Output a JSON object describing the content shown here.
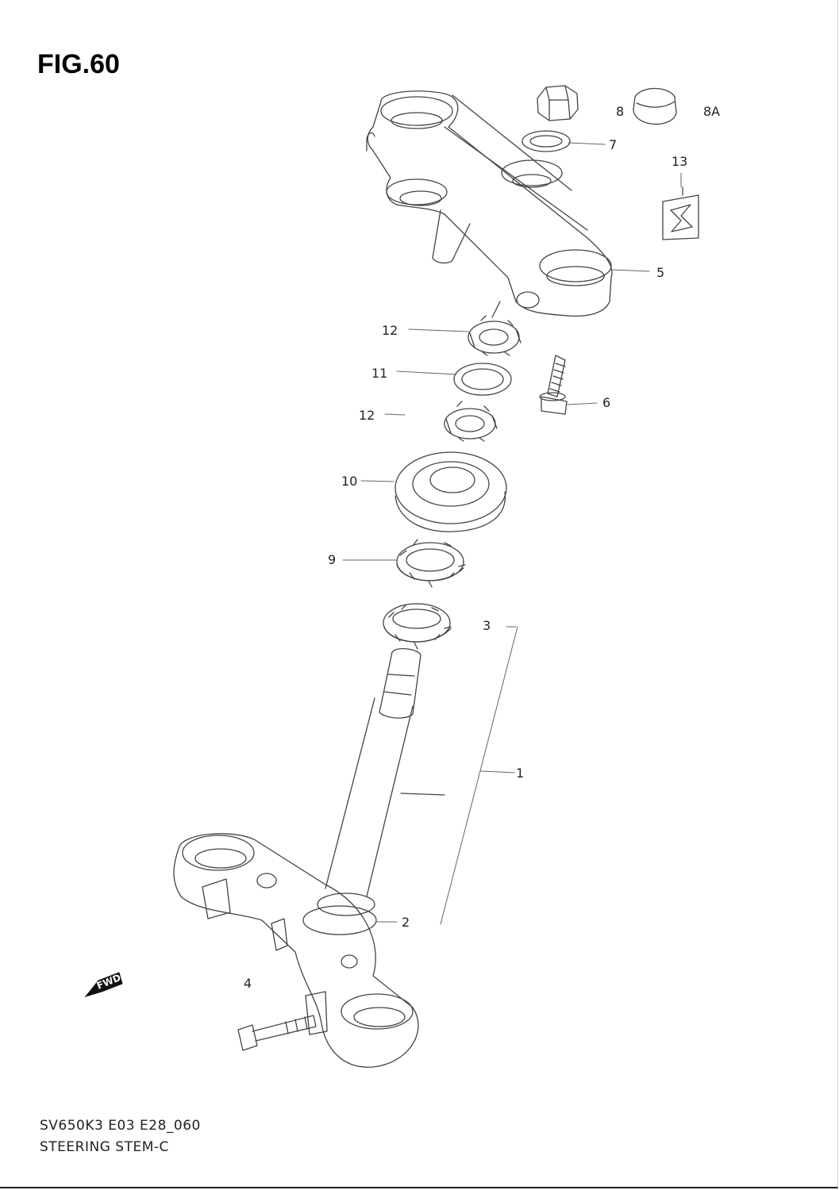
{
  "figure": {
    "title": "FIG.60"
  },
  "callouts": [
    {
      "id": "8",
      "text": "8"
    },
    {
      "id": "8A",
      "text": "8A"
    },
    {
      "id": "7",
      "text": "7"
    },
    {
      "id": "13",
      "text": "13"
    },
    {
      "id": "5",
      "text": "5"
    },
    {
      "id": "12a",
      "text": "12"
    },
    {
      "id": "11",
      "text": "11"
    },
    {
      "id": "6",
      "text": "6"
    },
    {
      "id": "12b",
      "text": "12"
    },
    {
      "id": "10",
      "text": "10"
    },
    {
      "id": "9",
      "text": "9"
    },
    {
      "id": "3",
      "text": "3"
    },
    {
      "id": "1",
      "text": "1"
    },
    {
      "id": "2",
      "text": "2"
    },
    {
      "id": "4",
      "text": "4"
    }
  ],
  "fwd_marker": {
    "text": "FWD"
  },
  "footer": {
    "code": "SV650K3 E03 E28_060",
    "caption": "STEERING STEM-C"
  }
}
